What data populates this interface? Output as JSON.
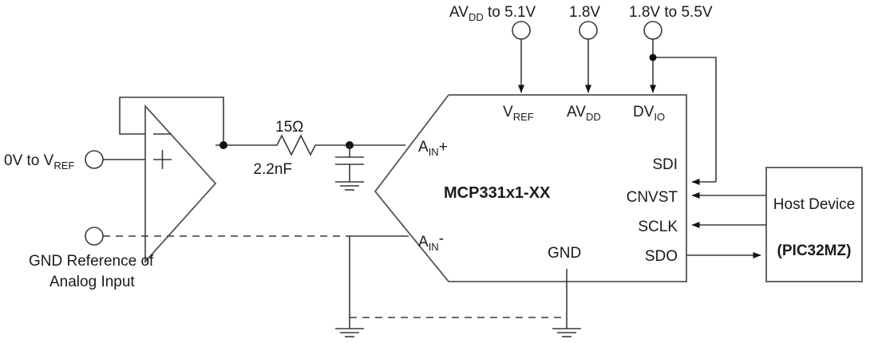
{
  "diagram": {
    "title_part": "MCP331x1-XX",
    "supplies": [
      {
        "name": "vref-supply",
        "label_main": "AV",
        "label_sub": "DD",
        "label_tail": " to 5.1V"
      },
      {
        "name": "avdd-supply",
        "label_main": "1.8V",
        "label_sub": "",
        "label_tail": ""
      },
      {
        "name": "dvio-supply",
        "label_main": "1.8V to 5.5V",
        "label_sub": "",
        "label_tail": ""
      }
    ],
    "supply_labels": {
      "vref": "AV",
      "vref_sub": "DD",
      "vref_tail": " to 5.1V",
      "avdd": "1.8V",
      "dvio": "1.8V to 5.5V"
    },
    "top_pins": [
      {
        "main": "V",
        "sub": "REF"
      },
      {
        "main": "AV",
        "sub": "DD"
      },
      {
        "main": "DV",
        "sub": "IO"
      }
    ],
    "analog_pins": [
      {
        "main": "A",
        "sub": "IN",
        "sign": "+"
      },
      {
        "main": "A",
        "sub": "IN",
        "sign": "-"
      }
    ],
    "digital_pins": [
      "SDI",
      "CNVST",
      "SCLK",
      "SDO"
    ],
    "gnd_pin": "GND",
    "input_source": {
      "main": "0V to V",
      "sub": "REF"
    },
    "gnd_reference": {
      "line1": "GND Reference of",
      "line2": "Analog Input"
    },
    "components": {
      "resistor": "15Ω",
      "capacitor": "2.2nF"
    },
    "host": {
      "line1": "Host Device",
      "line2": "(PIC32MZ)"
    },
    "colors": {
      "wire": "#3a3a3a",
      "body": "#555555",
      "text": "#1a1a1a",
      "background": "#ffffff"
    }
  }
}
